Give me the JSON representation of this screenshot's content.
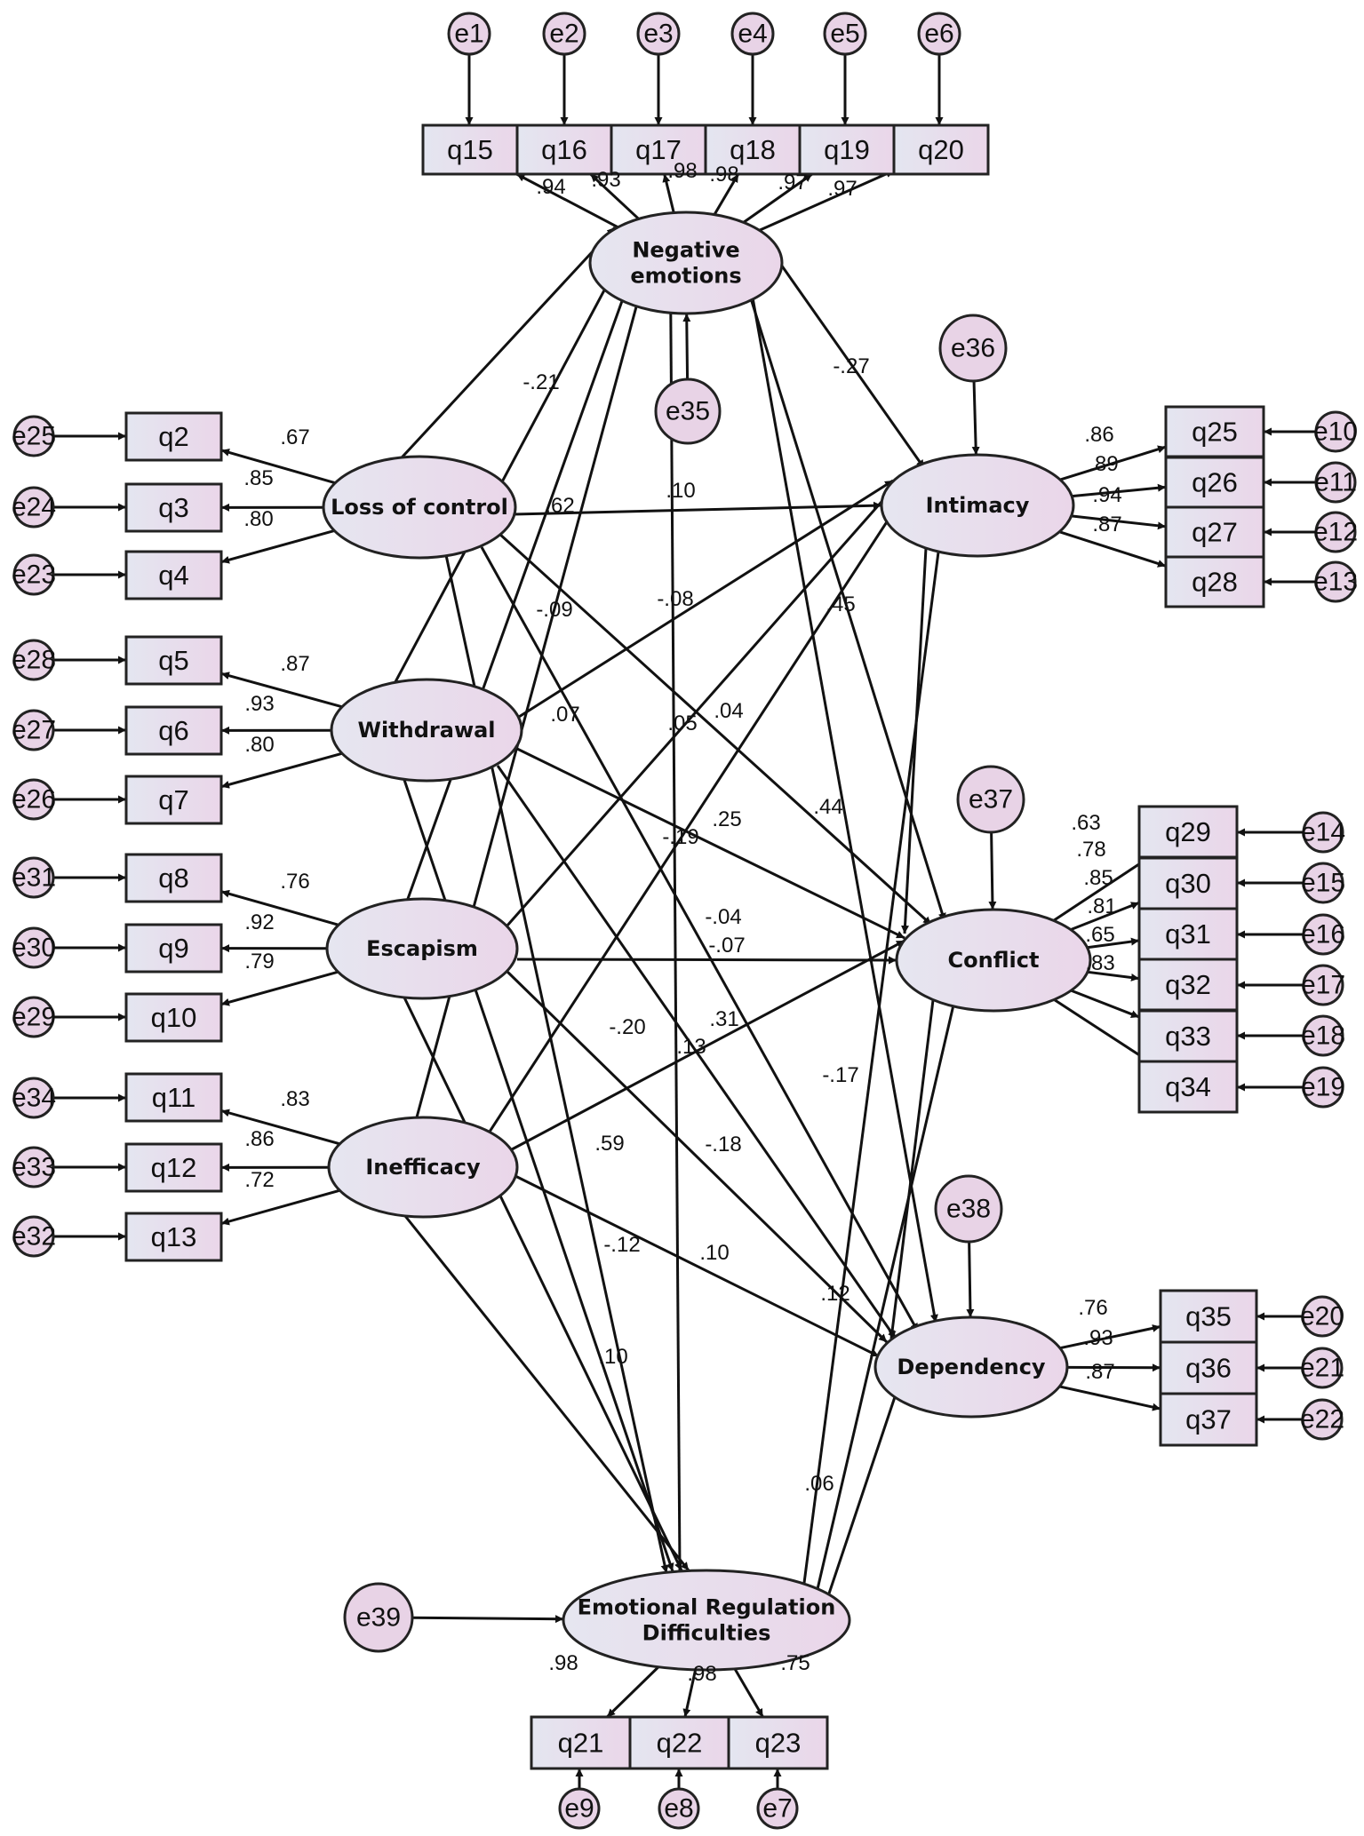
{
  "latents": {
    "negative": [
      "Negative",
      "emotions"
    ],
    "loss": [
      "Loss of control"
    ],
    "withdrawal": [
      "Withdrawal"
    ],
    "escapism": [
      "Escapism"
    ],
    "inefficacy": [
      "Inefficacy"
    ],
    "intimacy": [
      "Intimacy"
    ],
    "conflict": [
      "Conflict"
    ],
    "dependency": [
      "Dependency"
    ],
    "erd": [
      "Emotional Regulation",
      "Difficulties"
    ]
  },
  "indicators": {
    "q15": "q15",
    "q16": "q16",
    "q17": "q17",
    "q18": "q18",
    "q19": "q19",
    "q20": "q20",
    "q2": "q2",
    "q3": "q3",
    "q4": "q4",
    "q5": "q5",
    "q6": "q6",
    "q7": "q7",
    "q8": "q8",
    "q9": "q9",
    "q10": "q10",
    "q11": "q11",
    "q12": "q12",
    "q13": "q13",
    "q25": "q25",
    "q26": "q26",
    "q27": "q27",
    "q28": "q28",
    "q29": "q29",
    "q30": "q30",
    "q31": "q31",
    "q32": "q32",
    "q33": "q33",
    "q34": "q34",
    "q35": "q35",
    "q36": "q36",
    "q37": "q37",
    "q21": "q21",
    "q22": "q22",
    "q23": "q23"
  },
  "errors": {
    "e1": "e1",
    "e2": "e2",
    "e3": "e3",
    "e4": "e4",
    "e5": "e5",
    "e6": "e6",
    "e7": "e7",
    "e8": "e8",
    "e9": "e9",
    "e10": "e10",
    "e11": "e11",
    "e12": "e12",
    "e13": "e13",
    "e14": "e14",
    "e15": "e15",
    "e16": "e16",
    "e17": "e17",
    "e18": "e18",
    "e19": "e19",
    "e20": "e20",
    "e21": "e21",
    "e22": "e22",
    "e23": "e23",
    "e24": "e24",
    "e25": "e25",
    "e26": "e26",
    "e27": "e27",
    "e28": "e28",
    "e29": "e29",
    "e30": "e30",
    "e31": "e31",
    "e32": "e32",
    "e33": "e33",
    "e34": "e34",
    "e35": "e35",
    "e36": "e36",
    "e37": "e37",
    "e38": "e38",
    "e39": "e39"
  },
  "loadings": {
    "q15": ".94",
    "q16": ".93",
    "q17": ".98",
    "q18": ".98",
    "q19": ".97",
    "q20": ".97",
    "q2": ".67",
    "q3": ".85",
    "q4": ".80",
    "q5": ".87",
    "q6": ".93",
    "q7": ".80",
    "q8": ".76",
    "q9": ".92",
    "q10": ".79",
    "q11": ".83",
    "q12": ".86",
    "q13": ".72",
    "q25": ".86",
    "q26": ".89",
    "q27": ".94",
    "q28": ".87",
    "q29": ".63",
    "q30": ".78",
    "q31": ".85",
    "q32": ".81",
    "q33": ".65",
    "q34": ".83",
    "q35": ".76",
    "q36": ".93",
    "q37": ".87",
    "q21": ".98",
    "q22": ".98",
    "q23": ".75"
  },
  "paths": {
    "loss_neg": "-.21",
    "ineff_neg": ".07",
    "neg_int": "-.27",
    "neg_con": ".45",
    "neg_dep": ".44",
    "loss_int": ".10",
    "loss_erd": ".62",
    "loss_con": "-.09",
    "loss_dep": "-.04",
    "with_int": "-.08",
    "with_con": ".05",
    "with_dep": "-.19",
    "with_erd": ".04",
    "esc_int": ".25",
    "esc_con": "-.07",
    "esc_dep": ".31",
    "esc_erd": ".13",
    "ineff_int": "-.20",
    "ineff_con": "-.18",
    "ineff_dep": ".10",
    "ineff_erd": "-.12",
    "erd_neg": ".59",
    "erd_int": ".10",
    "erd_con": "-.17",
    "erd_dep": ".06",
    "con_dep": ".12"
  }
}
